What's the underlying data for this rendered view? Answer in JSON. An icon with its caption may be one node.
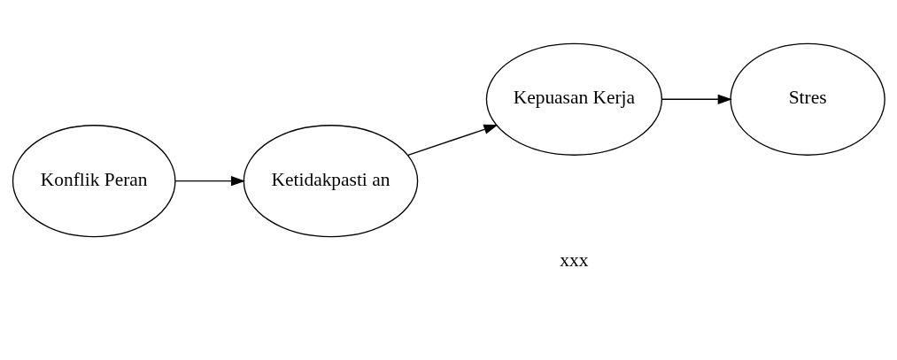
{
  "diagram": {
    "nodes": [
      {
        "text": [
          "Ketidakpasti an"
        ]
      },
      {
        "text": [
          "Kepuasan Kerja"
        ]
      },
      {
        "text": [
          "Konflik Peran"
        ]
      },
      {
        "text": [
          "Stres"
        ]
      }
    ],
    "edges": [
      {
        "from": 2,
        "to": 0,
        "arrow": "to"
      },
      {
        "from": 0,
        "to": 1,
        "arrow": "to"
      },
      {
        "from": 1,
        "to": 3,
        "arrow": "to"
      }
    ],
    "labels": [
      "xxx"
    ]
  }
}
